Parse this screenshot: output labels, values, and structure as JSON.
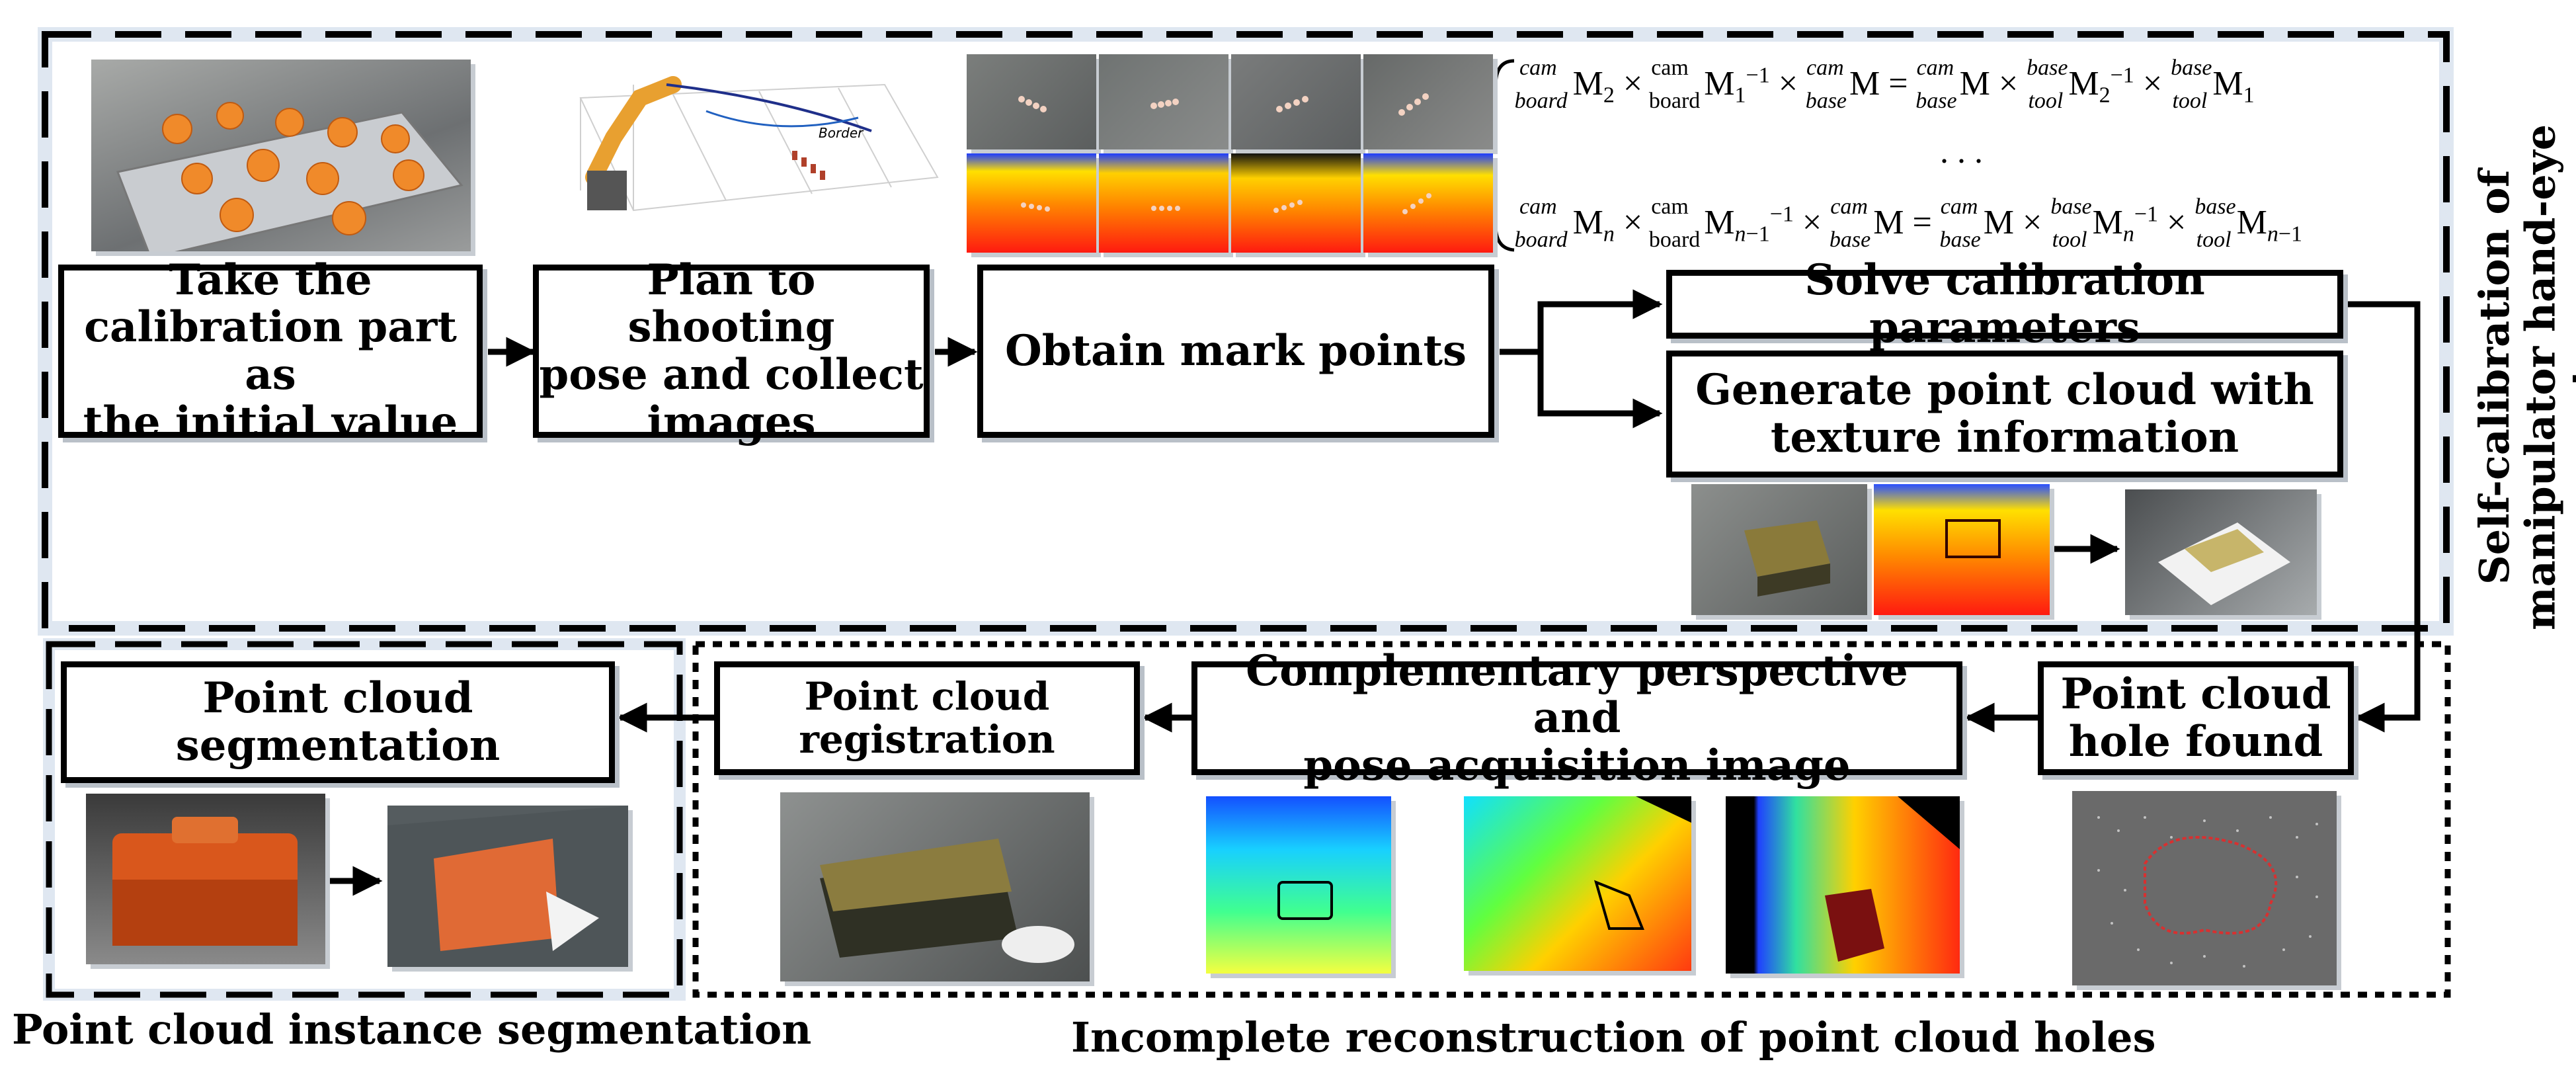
{
  "boxes": {
    "take_calibration": "Take the\ncalibration part as\nthe initial value",
    "plan_shooting": "Plan to shooting\npose and collect\nimages",
    "obtain_mark": "Obtain mark points",
    "solve_calibration": "Solve calibration parameters",
    "generate_cloud": "Generate point cloud with\ntexture information",
    "hole_found": "Point cloud\nhole found",
    "complementary": "Complementary perspective and\npose acquisition image",
    "registration": "Point cloud\nregistration",
    "segmentation": "Point cloud\nsegmentation"
  },
  "regions": {
    "self_calibration": "Self-calibration of\nmanipulator hand-eye system",
    "instance_segmentation": "Point cloud instance segmentation",
    "incomplete_reconstruction": "Incomplete reconstruction of point cloud holes"
  },
  "trajectory_plot": {
    "border_label": "Border"
  },
  "equations": {
    "eq1": "cam/board M2 × cam/board M1⁻¹ × cam/base M = cam/base M × base/tool M2⁻¹ × base/tool M1",
    "ellipsis": ". . .",
    "eqn": "cam/board Mn × cam/board Mn−1⁻¹ × cam/base M = cam/base M × base/tool Mn⁻¹ × base/tool Mn−1"
  },
  "colors": {
    "line": "#000000",
    "shadow": "#b9c0c8",
    "frame_highlight": "#dfe7f1",
    "depth_red": "#ff2a10",
    "depth_yellow": "#ffe000",
    "depth_blue": "#1030ff",
    "toolbox_orange": "#d9571c"
  },
  "icons": [
    "calibration-plate-photo",
    "robot-arm-plot-icon",
    "depth-image",
    "arrow-icon"
  ]
}
